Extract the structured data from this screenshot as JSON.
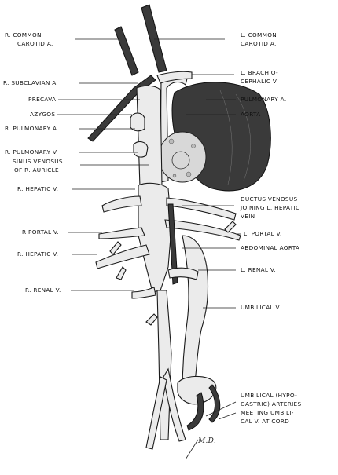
{
  "labels_left": [
    {
      "id": "r-common-carotid",
      "lines": [
        "R. COMMON",
        "CAROTID A."
      ]
    },
    {
      "id": "r-subclavian",
      "lines": [
        "R. SUBCLAVIAN A."
      ]
    },
    {
      "id": "precava",
      "lines": [
        "PRECAVA"
      ]
    },
    {
      "id": "azygos",
      "lines": [
        "AZYGOS"
      ]
    },
    {
      "id": "r-pulmonary-a",
      "lines": [
        "R. PULMONARY A."
      ]
    },
    {
      "id": "r-pulmonary-v",
      "lines": [
        "R. PULMONARY V."
      ]
    },
    {
      "id": "sinus-venosus",
      "lines": [
        "SINUS VENOSUS",
        "OF R. AURICLE"
      ]
    },
    {
      "id": "r-hepatic-v-1",
      "lines": [
        "R. HEPATIC V."
      ]
    },
    {
      "id": "r-portal-v",
      "lines": [
        "R  PORTAL V."
      ]
    },
    {
      "id": "r-hepatic-v-2",
      "lines": [
        "R. HEPATIC V."
      ]
    },
    {
      "id": "r-renal-v",
      "lines": [
        "R. RENAL V."
      ]
    }
  ],
  "labels_right": [
    {
      "id": "l-common-carotid",
      "lines": [
        "L. COMMON",
        "CAROTID A."
      ]
    },
    {
      "id": "l-brachiocephalic",
      "lines": [
        "L. BRACHIO-",
        "CEPHALIC V."
      ]
    },
    {
      "id": "pulmonary-a",
      "lines": [
        "PULMONARY A."
      ]
    },
    {
      "id": "aorta",
      "lines": [
        "AORTA"
      ]
    },
    {
      "id": "ductus-venosus",
      "lines": [
        "DUCTUS VENOSUS",
        "JOINING L. HEPATIC",
        "VEIN"
      ]
    },
    {
      "id": "l-portal-v",
      "lines": [
        "L. PORTAL V."
      ]
    },
    {
      "id": "abdominal-aorta",
      "lines": [
        "ABDOMINAL AORTA"
      ]
    },
    {
      "id": "l-renal-v",
      "lines": [
        "L. RENAL V."
      ]
    },
    {
      "id": "umbilical-v",
      "lines": [
        "UMBILICAL V."
      ]
    },
    {
      "id": "umbilical-arteries",
      "lines": [
        "UMBILICAL (HYPO-",
        "GASTRIC) ARTERIES",
        "MEETING UMBILI-",
        "CAL V. AT CORD"
      ]
    }
  ],
  "signature": "M.D."
}
